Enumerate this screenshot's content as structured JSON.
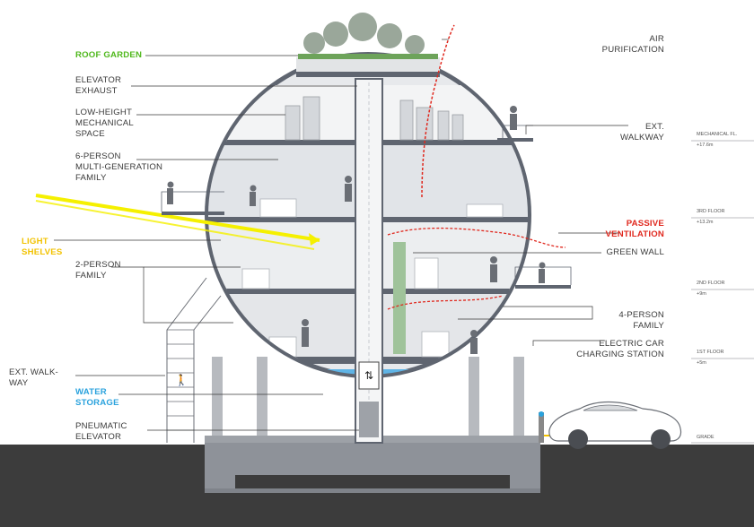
{
  "colors": {
    "background": "#ffffff",
    "ground": "#3c3c3c",
    "structure": "#8e9299",
    "sphere_fill": "#e7e9ec",
    "slab": "#5f6570",
    "label_text": "#3a3a3a",
    "roof_garden": "#4fb81c",
    "light_shelves": "#f2c200",
    "water_storage": "#2aa2dd",
    "passive_ventilation": "#e0281e",
    "light_ray": "#f5f000",
    "green_wall": "#9fc39a",
    "water": "#5fb4e6"
  },
  "labels_left": {
    "roof_garden": "ROOF GARDEN",
    "elevator_exhaust": "ELEVATOR\nEXHAUST",
    "low_height": "LOW-HEIGHT\nMECHANICAL\nSPACE",
    "six_person": "6-PERSON\nMULTI-GENERATION\nFAMILY",
    "light_shelves": "LIGHT\nSHELVES",
    "two_person": "2-PERSON\nFAMILY",
    "ext_walkway": "EXT. WALK-\nWAY",
    "water_storage": "WATER\nSTORAGE",
    "pneumatic": "PNEUMATIC\nELEVATOR"
  },
  "labels_right": {
    "air_purification": "AIR\nPURIFICATION",
    "ext_walkway": "EXT.\nWALKWAY",
    "passive_ventilation": "PASSIVE\nVENTILATION",
    "green_wall": "GREEN WALL",
    "four_person": "4-PERSON\nFAMILY",
    "electric_car": "ELECTRIC CAR\nCHARGING STATION"
  },
  "levels": {
    "mechanical": "MECHANICAL FL.",
    "mechanical_elev": "+17.6m",
    "third": "3RD FLOOR",
    "third_elev": "+13.2m",
    "second": "2ND FLOOR",
    "second_elev": "+9m",
    "first": "1ST FLOOR",
    "first_elev": "+5m",
    "grade": "GRADE"
  }
}
